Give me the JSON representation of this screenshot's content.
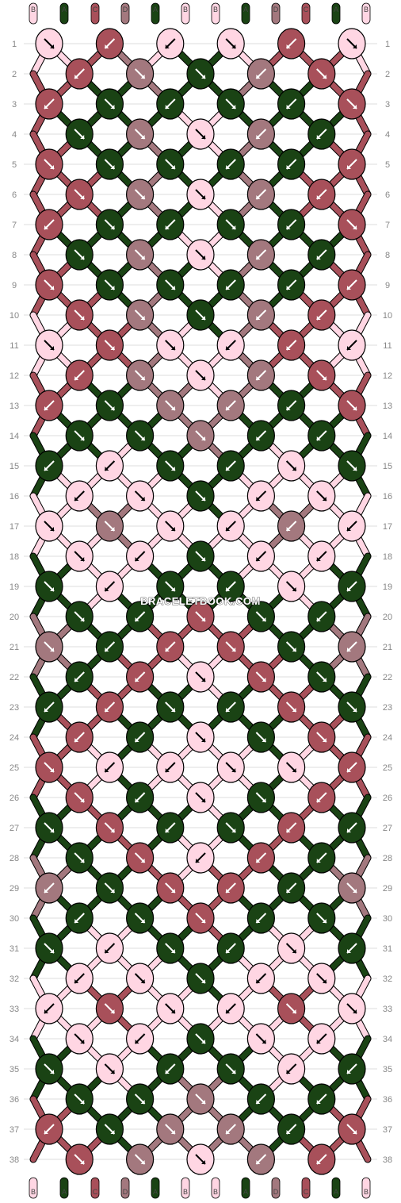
{
  "watermark": "BRACELETBOOK.COM",
  "colors": {
    "A": "#1a4314",
    "B": "#ffd6e3",
    "C": "#a8505a",
    "D": "#a3787e"
  },
  "top_labels": [
    "B",
    "A",
    "C",
    "D",
    "A",
    "B",
    "B",
    "A",
    "D",
    "C",
    "A",
    "B"
  ],
  "bottom_labels": [
    "B",
    "A",
    "C",
    "D",
    "A",
    "B",
    "B",
    "A",
    "D",
    "C",
    "A",
    "B"
  ],
  "row_numbers": [
    1,
    2,
    3,
    4,
    5,
    6,
    7,
    8,
    9,
    10,
    11,
    12,
    13,
    14,
    15,
    16,
    17,
    18,
    19,
    20,
    21,
    22,
    23,
    24,
    25,
    26,
    27,
    28,
    29,
    30,
    31,
    32,
    33,
    34,
    35,
    36,
    37,
    38
  ],
  "rows": [
    {
      "knots": [
        {
          "c": "B",
          "a": "se"
        },
        {
          "c": "C",
          "a": "sw"
        },
        {
          "c": "B",
          "a": "sw"
        },
        {
          "c": "B",
          "a": "se"
        },
        {
          "c": "C",
          "a": "sw"
        },
        {
          "c": "B",
          "a": "se"
        }
      ]
    },
    {
      "knots": [
        {
          "c": "C",
          "a": "sw"
        },
        {
          "c": "D",
          "a": "se"
        },
        {
          "c": "A",
          "a": "se"
        },
        {
          "c": "D",
          "a": "sw"
        },
        {
          "c": "C",
          "a": "se"
        }
      ]
    },
    {
      "knots": [
        {
          "c": "C",
          "a": "sw"
        },
        {
          "c": "A",
          "a": "se"
        },
        {
          "c": "A",
          "a": "sw"
        },
        {
          "c": "A",
          "a": "se"
        },
        {
          "c": "A",
          "a": "sw"
        },
        {
          "c": "C",
          "a": "se"
        }
      ]
    },
    {
      "knots": [
        {
          "c": "A",
          "a": "se"
        },
        {
          "c": "D",
          "a": "se"
        },
        {
          "c": "B",
          "a": "se"
        },
        {
          "c": "D",
          "a": "sw"
        },
        {
          "c": "A",
          "a": "sw"
        }
      ]
    },
    {
      "knots": [
        {
          "c": "C",
          "a": "se"
        },
        {
          "c": "A",
          "a": "se"
        },
        {
          "c": "A",
          "a": "se"
        },
        {
          "c": "A",
          "a": "sw"
        },
        {
          "c": "A",
          "a": "sw"
        },
        {
          "c": "C",
          "a": "sw"
        }
      ]
    },
    {
      "knots": [
        {
          "c": "C",
          "a": "se"
        },
        {
          "c": "D",
          "a": "se"
        },
        {
          "c": "B",
          "a": "se"
        },
        {
          "c": "D",
          "a": "sw"
        },
        {
          "c": "C",
          "a": "sw"
        }
      ]
    },
    {
      "knots": [
        {
          "c": "C",
          "a": "sw"
        },
        {
          "c": "A",
          "a": "se"
        },
        {
          "c": "A",
          "a": "sw"
        },
        {
          "c": "A",
          "a": "se"
        },
        {
          "c": "A",
          "a": "sw"
        },
        {
          "c": "C",
          "a": "se"
        }
      ]
    },
    {
      "knots": [
        {
          "c": "A",
          "a": "se"
        },
        {
          "c": "D",
          "a": "se"
        },
        {
          "c": "B",
          "a": "se"
        },
        {
          "c": "D",
          "a": "sw"
        },
        {
          "c": "A",
          "a": "sw"
        }
      ]
    },
    {
      "knots": [
        {
          "c": "C",
          "a": "se"
        },
        {
          "c": "A",
          "a": "se"
        },
        {
          "c": "A",
          "a": "se"
        },
        {
          "c": "A",
          "a": "sw"
        },
        {
          "c": "A",
          "a": "sw"
        },
        {
          "c": "C",
          "a": "sw"
        }
      ]
    },
    {
      "knots": [
        {
          "c": "C",
          "a": "se"
        },
        {
          "c": "D",
          "a": "se"
        },
        {
          "c": "A",
          "a": "se"
        },
        {
          "c": "D",
          "a": "sw"
        },
        {
          "c": "C",
          "a": "sw"
        }
      ]
    },
    {
      "knots": [
        {
          "c": "B",
          "a": "se"
        },
        {
          "c": "C",
          "a": "se"
        },
        {
          "c": "B",
          "a": "se"
        },
        {
          "c": "B",
          "a": "sw"
        },
        {
          "c": "C",
          "a": "sw"
        },
        {
          "c": "B",
          "a": "sw"
        }
      ]
    },
    {
      "knots": [
        {
          "c": "C",
          "a": "sw"
        },
        {
          "c": "D",
          "a": "se"
        },
        {
          "c": "B",
          "a": "se"
        },
        {
          "c": "D",
          "a": "sw"
        },
        {
          "c": "C",
          "a": "se"
        }
      ]
    },
    {
      "knots": [
        {
          "c": "C",
          "a": "sw"
        },
        {
          "c": "A",
          "a": "se"
        },
        {
          "c": "D",
          "a": "se"
        },
        {
          "c": "D",
          "a": "sw"
        },
        {
          "c": "A",
          "a": "sw"
        },
        {
          "c": "C",
          "a": "se"
        }
      ]
    },
    {
      "knots": [
        {
          "c": "A",
          "a": "se"
        },
        {
          "c": "A",
          "a": "se"
        },
        {
          "c": "D",
          "a": "se"
        },
        {
          "c": "A",
          "a": "sw"
        },
        {
          "c": "A",
          "a": "sw"
        }
      ]
    },
    {
      "knots": [
        {
          "c": "A",
          "a": "sw"
        },
        {
          "c": "B",
          "a": "sw"
        },
        {
          "c": "A",
          "a": "se"
        },
        {
          "c": "A",
          "a": "sw"
        },
        {
          "c": "B",
          "a": "se"
        },
        {
          "c": "A",
          "a": "se"
        }
      ]
    },
    {
      "knots": [
        {
          "c": "B",
          "a": "sw"
        },
        {
          "c": "B",
          "a": "se"
        },
        {
          "c": "A",
          "a": "se"
        },
        {
          "c": "B",
          "a": "sw"
        },
        {
          "c": "B",
          "a": "se"
        }
      ]
    },
    {
      "knots": [
        {
          "c": "B",
          "a": "se"
        },
        {
          "c": "D",
          "a": "se"
        },
        {
          "c": "B",
          "a": "se"
        },
        {
          "c": "B",
          "a": "sw"
        },
        {
          "c": "D",
          "a": "sw"
        },
        {
          "c": "B",
          "a": "sw"
        }
      ]
    },
    {
      "knots": [
        {
          "c": "B",
          "a": "se"
        },
        {
          "c": "B",
          "a": "sw"
        },
        {
          "c": "A",
          "a": "se"
        },
        {
          "c": "B",
          "a": "sw"
        },
        {
          "c": "B",
          "a": "sw"
        }
      ]
    },
    {
      "knots": [
        {
          "c": "A",
          "a": "se"
        },
        {
          "c": "B",
          "a": "sw"
        },
        {
          "c": "A",
          "a": "se"
        },
        {
          "c": "A",
          "a": "sw"
        },
        {
          "c": "B",
          "a": "se"
        },
        {
          "c": "A",
          "a": "sw"
        }
      ]
    },
    {
      "knots": [
        {
          "c": "A",
          "a": "se"
        },
        {
          "c": "A",
          "a": "sw"
        },
        {
          "c": "C",
          "a": "se"
        },
        {
          "c": "A",
          "a": "se"
        },
        {
          "c": "A",
          "a": "sw"
        }
      ]
    },
    {
      "knots": [
        {
          "c": "D",
          "a": "se"
        },
        {
          "c": "A",
          "a": "sw"
        },
        {
          "c": "C",
          "a": "sw"
        },
        {
          "c": "C",
          "a": "se"
        },
        {
          "c": "A",
          "a": "se"
        },
        {
          "c": "D",
          "a": "sw"
        }
      ]
    },
    {
      "knots": [
        {
          "c": "A",
          "a": "sw"
        },
        {
          "c": "C",
          "a": "sw"
        },
        {
          "c": "B",
          "a": "se"
        },
        {
          "c": "C",
          "a": "se"
        },
        {
          "c": "A",
          "a": "se"
        }
      ]
    },
    {
      "knots": [
        {
          "c": "A",
          "a": "sw"
        },
        {
          "c": "C",
          "a": "sw"
        },
        {
          "c": "A",
          "a": "se"
        },
        {
          "c": "A",
          "a": "sw"
        },
        {
          "c": "C",
          "a": "se"
        },
        {
          "c": "A",
          "a": "se"
        }
      ]
    },
    {
      "knots": [
        {
          "c": "C",
          "a": "sw"
        },
        {
          "c": "A",
          "a": "sw"
        },
        {
          "c": "B",
          "a": "se"
        },
        {
          "c": "A",
          "a": "se"
        },
        {
          "c": "C",
          "a": "se"
        }
      ]
    },
    {
      "knots": [
        {
          "c": "C",
          "a": "se"
        },
        {
          "c": "B",
          "a": "sw"
        },
        {
          "c": "B",
          "a": "sw"
        },
        {
          "c": "B",
          "a": "se"
        },
        {
          "c": "B",
          "a": "se"
        },
        {
          "c": "C",
          "a": "sw"
        }
      ]
    },
    {
      "knots": [
        {
          "c": "C",
          "a": "se"
        },
        {
          "c": "A",
          "a": "sw"
        },
        {
          "c": "B",
          "a": "se"
        },
        {
          "c": "A",
          "a": "se"
        },
        {
          "c": "C",
          "a": "sw"
        }
      ]
    },
    {
      "knots": [
        {
          "c": "A",
          "a": "se"
        },
        {
          "c": "C",
          "a": "se"
        },
        {
          "c": "A",
          "a": "sw"
        },
        {
          "c": "A",
          "a": "se"
        },
        {
          "c": "C",
          "a": "sw"
        },
        {
          "c": "A",
          "a": "sw"
        }
      ]
    },
    {
      "knots": [
        {
          "c": "A",
          "a": "se"
        },
        {
          "c": "C",
          "a": "se"
        },
        {
          "c": "B",
          "a": "sw"
        },
        {
          "c": "C",
          "a": "sw"
        },
        {
          "c": "A",
          "a": "sw"
        }
      ]
    },
    {
      "knots": [
        {
          "c": "D",
          "a": "sw"
        },
        {
          "c": "A",
          "a": "se"
        },
        {
          "c": "C",
          "a": "se"
        },
        {
          "c": "C",
          "a": "sw"
        },
        {
          "c": "A",
          "a": "sw"
        },
        {
          "c": "D",
          "a": "se"
        }
      ]
    },
    {
      "knots": [
        {
          "c": "A",
          "a": "sw"
        },
        {
          "c": "A",
          "a": "se"
        },
        {
          "c": "C",
          "a": "se"
        },
        {
          "c": "A",
          "a": "sw"
        },
        {
          "c": "A",
          "a": "se"
        }
      ]
    },
    {
      "knots": [
        {
          "c": "A",
          "a": "se"
        },
        {
          "c": "B",
          "a": "sw"
        },
        {
          "c": "A",
          "a": "se"
        },
        {
          "c": "A",
          "a": "sw"
        },
        {
          "c": "B",
          "a": "se"
        },
        {
          "c": "A",
          "a": "sw"
        }
      ]
    },
    {
      "knots": [
        {
          "c": "B",
          "a": "sw"
        },
        {
          "c": "B",
          "a": "se"
        },
        {
          "c": "A",
          "a": "se"
        },
        {
          "c": "B",
          "a": "sw"
        },
        {
          "c": "B",
          "a": "se"
        }
      ]
    },
    {
      "knots": [
        {
          "c": "B",
          "a": "sw"
        },
        {
          "c": "C",
          "a": "se"
        },
        {
          "c": "B",
          "a": "se"
        },
        {
          "c": "B",
          "a": "sw"
        },
        {
          "c": "C",
          "a": "se"
        },
        {
          "c": "B",
          "a": "se"
        }
      ]
    },
    {
      "knots": [
        {
          "c": "B",
          "a": "se"
        },
        {
          "c": "B",
          "a": "sw"
        },
        {
          "c": "A",
          "a": "se"
        },
        {
          "c": "B",
          "a": "se"
        },
        {
          "c": "B",
          "a": "sw"
        }
      ]
    },
    {
      "knots": [
        {
          "c": "A",
          "a": "se"
        },
        {
          "c": "B",
          "a": "se"
        },
        {
          "c": "A",
          "a": "sw"
        },
        {
          "c": "A",
          "a": "se"
        },
        {
          "c": "B",
          "a": "sw"
        },
        {
          "c": "A",
          "a": "sw"
        }
      ]
    },
    {
      "knots": [
        {
          "c": "A",
          "a": "se"
        },
        {
          "c": "A",
          "a": "se"
        },
        {
          "c": "D",
          "a": "se"
        },
        {
          "c": "A",
          "a": "sw"
        },
        {
          "c": "A",
          "a": "sw"
        }
      ]
    },
    {
      "knots": [
        {
          "c": "C",
          "a": "sw"
        },
        {
          "c": "A",
          "a": "se"
        },
        {
          "c": "D",
          "a": "se"
        },
        {
          "c": "D",
          "a": "sw"
        },
        {
          "c": "A",
          "a": "sw"
        },
        {
          "c": "C",
          "a": "se"
        }
      ]
    },
    {
      "knots": [
        {
          "c": "C",
          "a": "se"
        },
        {
          "c": "D",
          "a": "se"
        },
        {
          "c": "B",
          "a": "se"
        },
        {
          "c": "D",
          "a": "sw"
        },
        {
          "c": "C",
          "a": "sw"
        }
      ]
    }
  ]
}
